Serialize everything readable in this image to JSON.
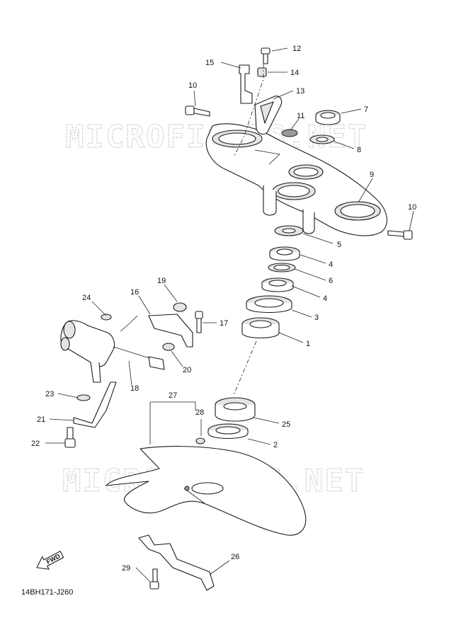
{
  "watermark": "MICROFICHES.NET",
  "reference_code": "14BH171-J260",
  "fwd_label": "FWD",
  "callouts": [
    {
      "id": "c1",
      "label": "1"
    },
    {
      "id": "c2",
      "label": "2"
    },
    {
      "id": "c3",
      "label": "3"
    },
    {
      "id": "c4a",
      "label": "4"
    },
    {
      "id": "c4b",
      "label": "4"
    },
    {
      "id": "c5",
      "label": "5"
    },
    {
      "id": "c6",
      "label": "6"
    },
    {
      "id": "c7",
      "label": "7"
    },
    {
      "id": "c8",
      "label": "8"
    },
    {
      "id": "c9",
      "label": "9"
    },
    {
      "id": "c10a",
      "label": "10"
    },
    {
      "id": "c10b",
      "label": "10"
    },
    {
      "id": "c11",
      "label": "11"
    },
    {
      "id": "c12",
      "label": "12"
    },
    {
      "id": "c13",
      "label": "13"
    },
    {
      "id": "c14",
      "label": "14"
    },
    {
      "id": "c15",
      "label": "15"
    },
    {
      "id": "c16",
      "label": "16"
    },
    {
      "id": "c17",
      "label": "17"
    },
    {
      "id": "c18",
      "label": "18"
    },
    {
      "id": "c19",
      "label": "19"
    },
    {
      "id": "c20",
      "label": "20"
    },
    {
      "id": "c21",
      "label": "21"
    },
    {
      "id": "c22",
      "label": "22"
    },
    {
      "id": "c23",
      "label": "23"
    },
    {
      "id": "c24",
      "label": "24"
    },
    {
      "id": "c25",
      "label": "25"
    },
    {
      "id": "c26",
      "label": "26"
    },
    {
      "id": "c27",
      "label": "27"
    },
    {
      "id": "c28",
      "label": "28"
    },
    {
      "id": "c29",
      "label": "29"
    }
  ]
}
